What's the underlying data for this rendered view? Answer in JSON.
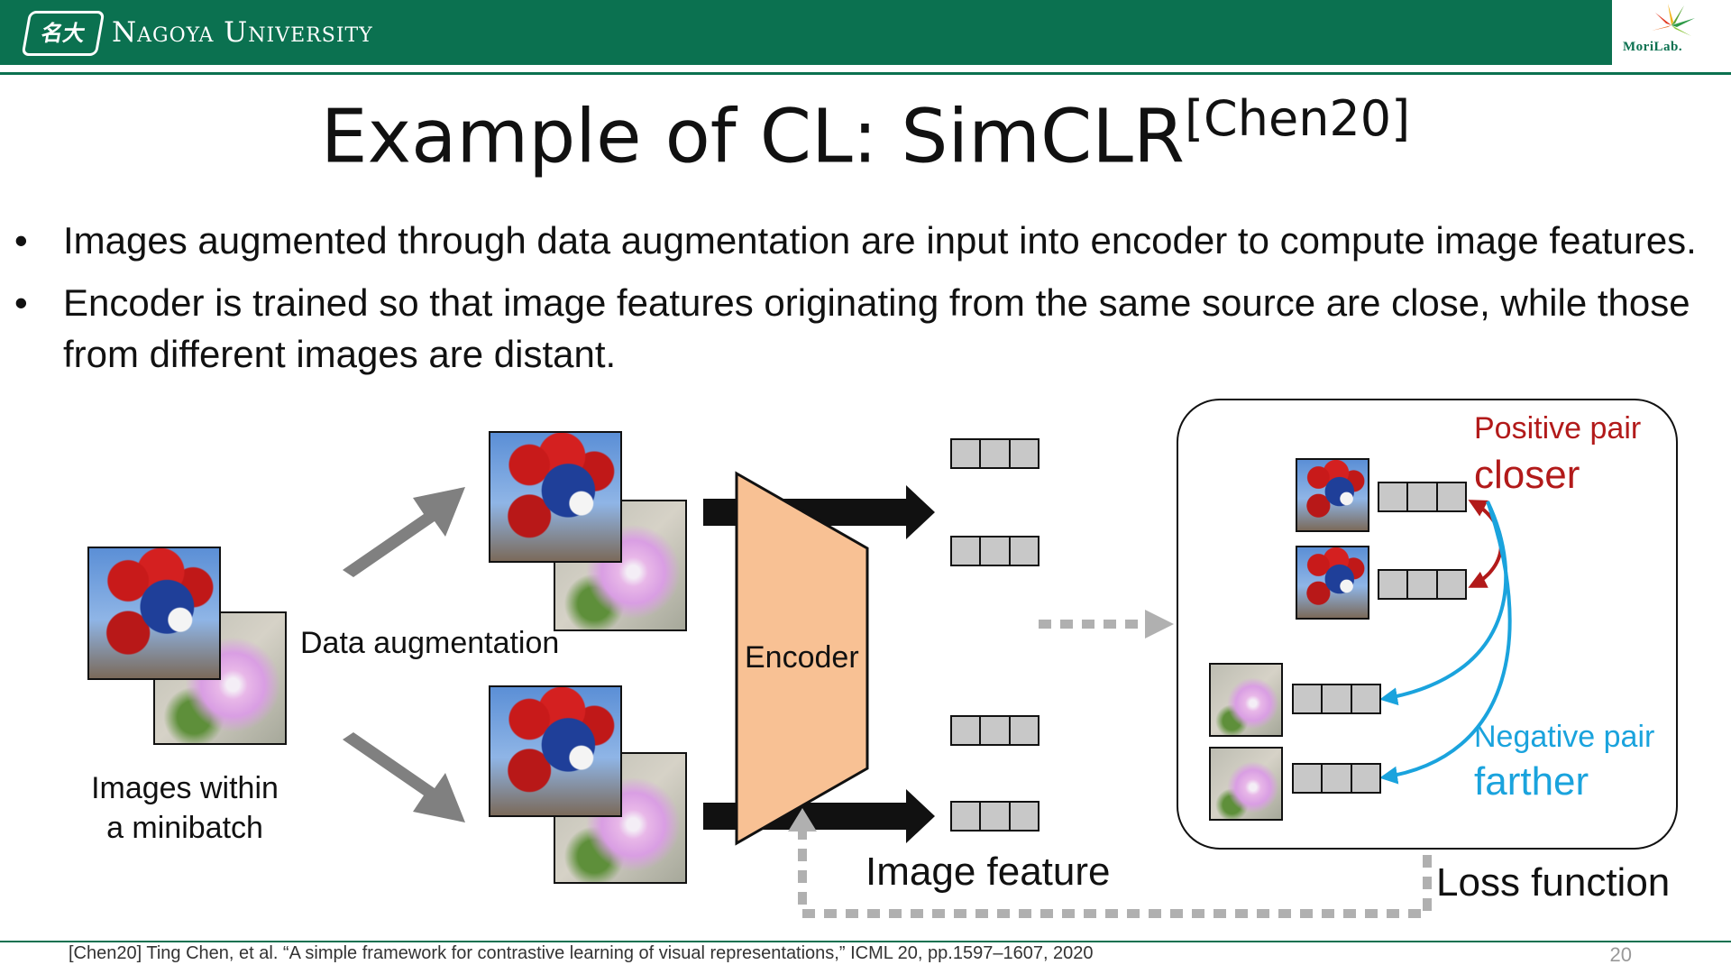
{
  "header": {
    "logo_text": "名大",
    "university": "Nagoya University",
    "lab_logo": "MoriLab."
  },
  "title": {
    "main": "Example of CL: SimCLR",
    "sup": "[Chen20]"
  },
  "bullets": [
    "Images augmented through data augmentation are input into encoder to compute image features.",
    "Encoder is trained so that image features originating from the same source are close, while those from different images are distant."
  ],
  "bullet_symbol": "•",
  "diagram": {
    "minibatch_label_line1": "Images within",
    "minibatch_label_line2": "a minibatch",
    "augmentation_label": "Data augmentation",
    "encoder_label": "Encoder",
    "image_feature_label": "Image feature",
    "loss_function_label": "Loss function",
    "positive_pair_label": "Positive pair",
    "closer_label": "closer",
    "negative_pair_label": "Negative pair",
    "farther_label": "farther",
    "colors": {
      "encoder_fill": "#f8c194",
      "positive": "#b21a1a",
      "negative": "#1aa3dd",
      "arrow_gray": "#808080",
      "dashed_gray": "#b0b0b0"
    }
  },
  "footer": {
    "citation": "[Chen20] Ting Chen, et al. “A simple framework for contrastive learning of visual representations,” ICML 20, pp.1597–1607, 2020",
    "page_number": "20"
  }
}
